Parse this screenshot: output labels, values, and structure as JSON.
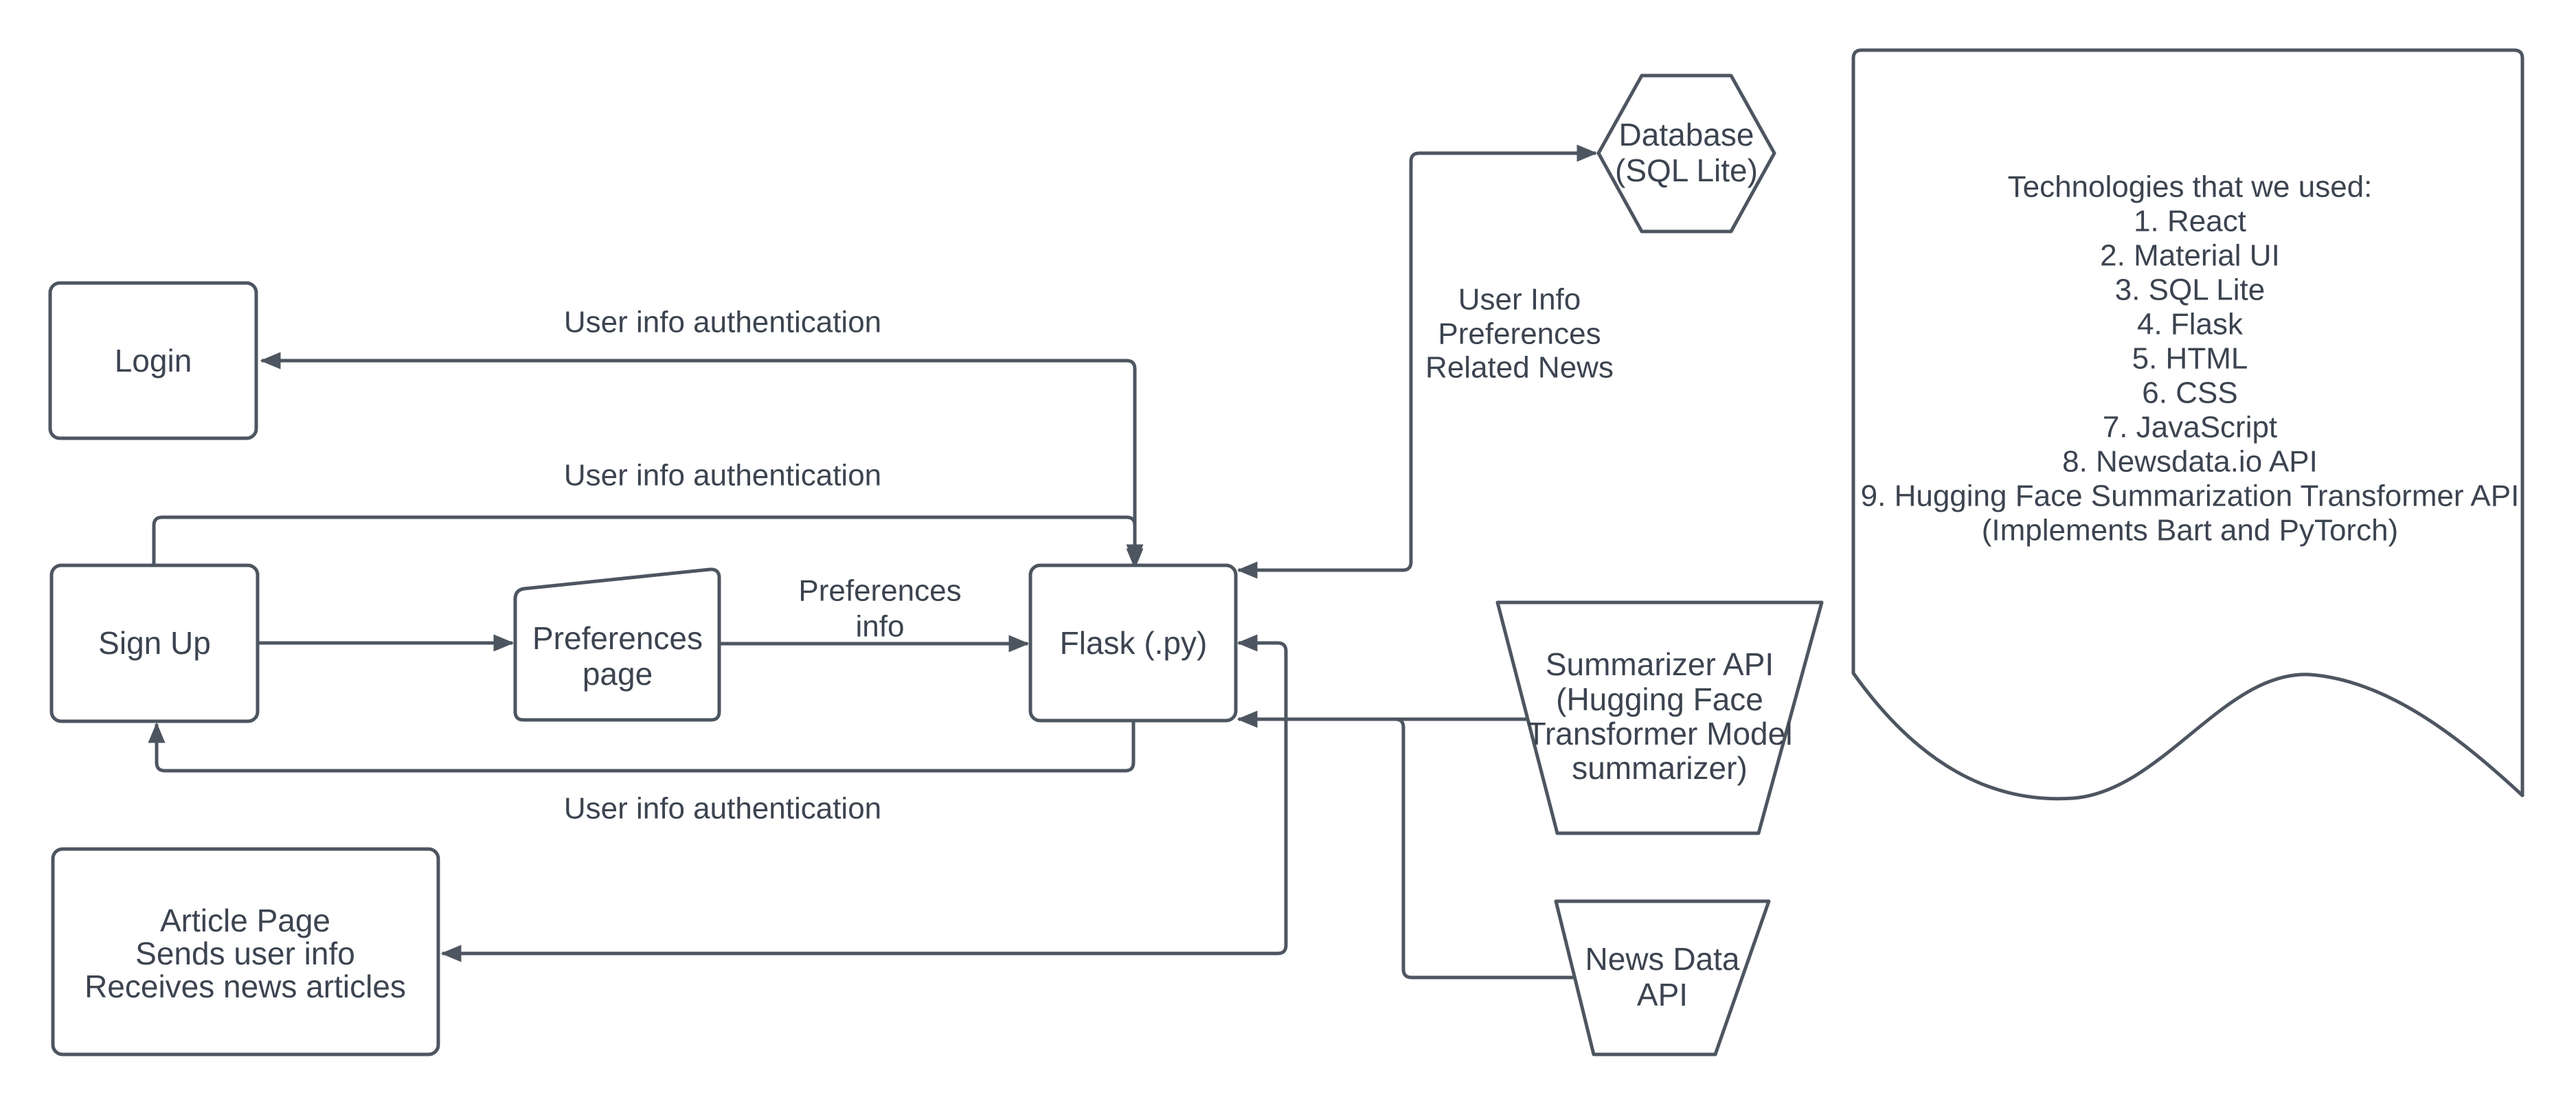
{
  "diagram": {
    "nodes": {
      "login": {
        "label": "Login"
      },
      "sign_up": {
        "label": "Sign Up"
      },
      "preferences_page": {
        "lines": [
          "Preferences",
          "page"
        ]
      },
      "flask": {
        "label": "Flask (.py)"
      },
      "database": {
        "lines": [
          "Database",
          "(SQL Lite)"
        ]
      },
      "summarizer_api": {
        "lines": [
          "Summarizer API",
          "(Hugging Face",
          "Transformer Model",
          "summarizer)"
        ]
      },
      "news_data_api": {
        "lines": [
          "News Data",
          "API"
        ]
      },
      "article_page": {
        "lines": [
          "Article Page",
          "Sends user info",
          "Receives news articles"
        ]
      },
      "technologies": {
        "title": "Technologies that we used:",
        "items": [
          "1. React",
          "2. Material UI",
          "3. SQL Lite",
          "4. Flask",
          "5. HTML",
          "6. CSS",
          "7. JavaScript",
          "8. Newsdata.io API",
          "9. Hugging Face Summarization Transformer API",
          "(Implements Bart and PyTorch)"
        ]
      }
    },
    "edge_labels": {
      "auth_top": "User info authentication",
      "auth_mid": "User info authentication",
      "auth_bottom": "User info authentication",
      "preferences_info": {
        "lines": [
          "Preferences",
          "info"
        ]
      },
      "db_payload": {
        "lines": [
          "User Info",
          "Preferences",
          "Related News"
        ]
      }
    },
    "colors": {
      "stroke": "#4d5660",
      "text": "#3c4450",
      "background": "#ffffff"
    }
  }
}
